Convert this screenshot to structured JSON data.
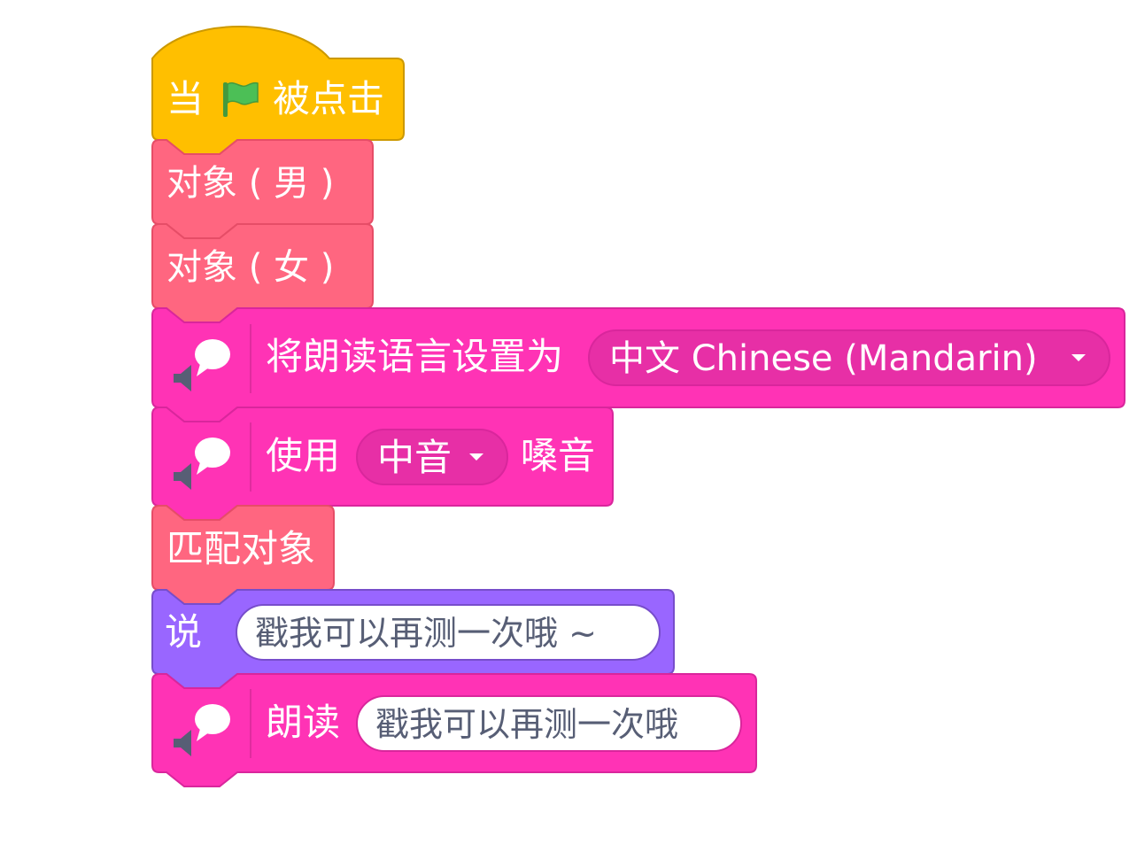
{
  "colors": {
    "events": "#FFBF00",
    "events_border": "#CC9900",
    "custom": "#FF6680",
    "custom_border": "#E64D67",
    "tts": "#FF33B5",
    "tts_border": "#D9269C",
    "tts_dropdown": "#E72FA6",
    "looks": "#9966FF",
    "looks_border": "#774DCB",
    "flag": "#4CBF56",
    "speaker": "#575E75",
    "text_input": "#575E75"
  },
  "blocks": {
    "hat": {
      "prefix": "当",
      "icon": "green-flag-icon",
      "suffix": "被点击"
    },
    "object_male": {
      "label": "对象 ( 男 )"
    },
    "object_female": {
      "label": "对象 ( 女 )"
    },
    "set_language": {
      "icon": "text-to-speech-icon",
      "label": "将朗读语言设置为",
      "dropdown_value": "中文 Chinese (Mandarin)"
    },
    "set_voice": {
      "icon": "text-to-speech-icon",
      "label_before": "使用",
      "dropdown_value": "中音",
      "label_after": "嗓音"
    },
    "match_object": {
      "label": "匹配对象"
    },
    "say": {
      "label": "说",
      "input_value": "戳我可以再测一次哦 ~"
    },
    "speak": {
      "icon": "text-to-speech-icon",
      "label": "朗读",
      "input_value": "戳我可以再测一次哦"
    }
  }
}
